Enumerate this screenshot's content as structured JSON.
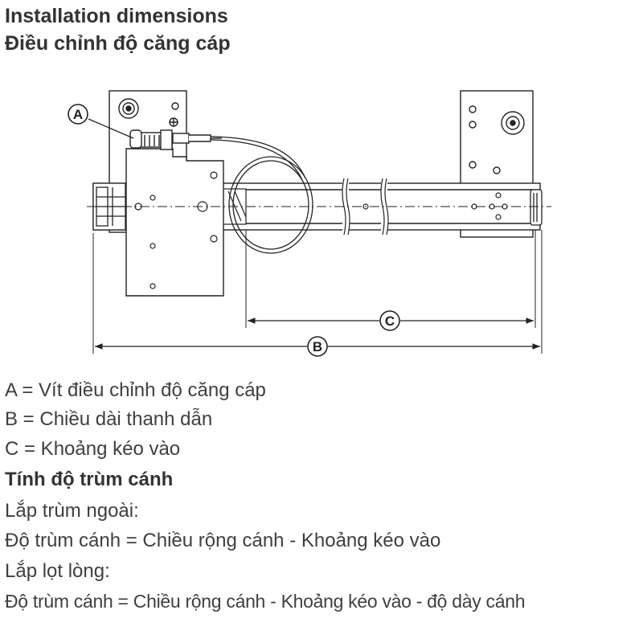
{
  "header": {
    "title": "Installation dimensions",
    "subtitle": "Điều chỉnh độ căng cáp"
  },
  "diagram": {
    "label_a": "A",
    "label_b": "B",
    "label_c": "C"
  },
  "legend": {
    "a": "A = Vít điều chỉnh độ căng cáp",
    "b": "B = Chiều dài thanh dẫn",
    "c": "C = Khoảng kéo vào"
  },
  "section": {
    "heading": "Tính độ trùm cánh",
    "overlay_label": "Lắp trùm ngoài:",
    "overlay_formula": "Độ trùm cánh = Chiều rộng cánh - Khoảng kéo vào",
    "inset_label": "Lắp lọt lòng:",
    "inset_formula": "Độ trùm cánh = Chiều rộng cánh - Khoảng kéo vào - độ dày cánh"
  }
}
